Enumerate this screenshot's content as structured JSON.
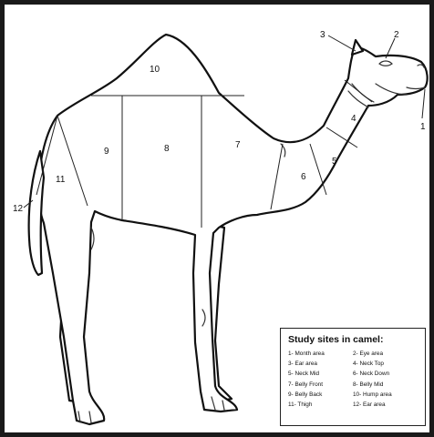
{
  "region_labels": [
    "1",
    "2",
    "3",
    "4",
    "5",
    "6",
    "7",
    "8",
    "9",
    "10",
    "11",
    "12"
  ],
  "legend": {
    "title": "Study sites in camel:",
    "items": [
      "1- Month area",
      "2- Eye area",
      "3- Ear area",
      "4- Neck Top",
      "5- Neck Mid",
      "6- Neck Down",
      "7- Belly Front",
      "8- Belly Mid",
      "9- Belly Back",
      "10- Hump area",
      "11- Thigh",
      "12- Ear area"
    ]
  }
}
